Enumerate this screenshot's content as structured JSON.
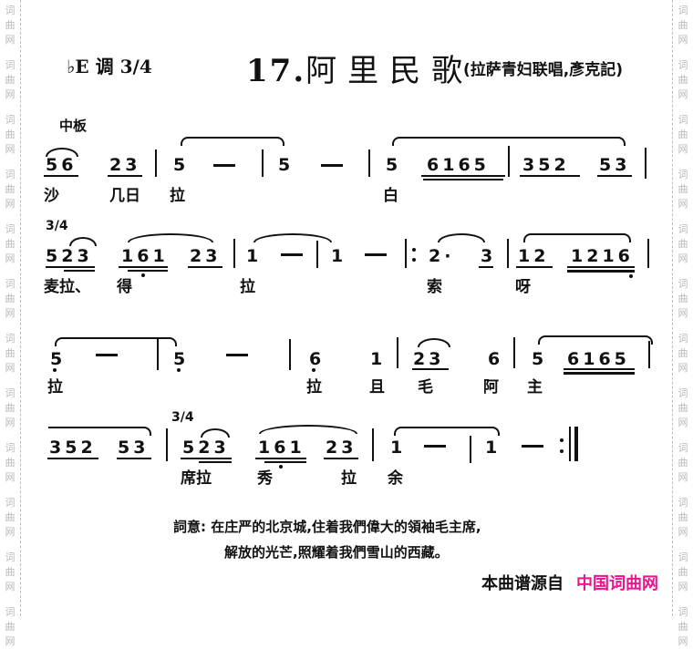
{
  "header": {
    "key": "♭E 调 3/4",
    "number": "17.",
    "title": "阿里民歌",
    "subtitle": "(拉萨青妇联唱,彥克記)"
  },
  "tempo": "中板",
  "watermark": {
    "chars": [
      "词",
      "曲",
      "网"
    ]
  },
  "rows": [
    {
      "notes": [
        "56",
        "23",
        "5",
        "—",
        "5",
        "—",
        "5",
        "6165",
        "352",
        "53"
      ],
      "lyrics": [
        "沙",
        "几日",
        "拉",
        "白"
      ]
    },
    {
      "time_signature": "3/4",
      "notes": [
        "523",
        "161",
        "23",
        "1",
        "—",
        "1",
        "—",
        "2·",
        "3",
        "12",
        "1216"
      ],
      "lyrics": [
        "麦拉、",
        "得",
        "拉",
        "索",
        "呀"
      ]
    },
    {
      "notes": [
        "5",
        "—",
        "5",
        "—",
        "6",
        "1",
        "23",
        "6",
        "5",
        "6165"
      ],
      "lyrics": [
        "拉",
        "拉",
        "且",
        "毛",
        "阿",
        "主"
      ]
    },
    {
      "time_signature": "3/4",
      "notes": [
        "352",
        "53",
        "523",
        "161",
        "23",
        "1",
        "—",
        "1",
        "—"
      ],
      "lyrics": [
        "席拉",
        "秀",
        "拉",
        "余"
      ]
    }
  ],
  "meaning": {
    "label": "詞意:",
    "line1": "在庄严的北京城,住着我們偉大的領袖毛主席,",
    "line2": "解放的光芒,照耀着我們雪山的西藏。"
  },
  "source": {
    "prefix": "本曲谱源自",
    "site": "中国词曲网",
    "site_color": "#e8158f"
  }
}
